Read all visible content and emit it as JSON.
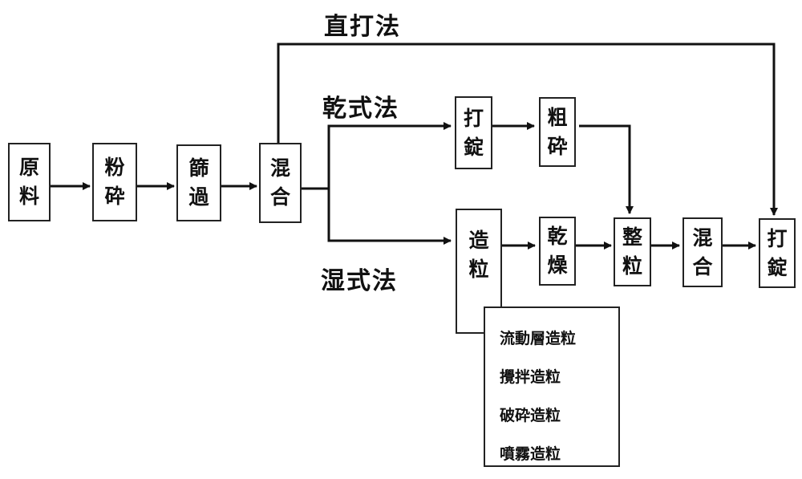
{
  "methods": {
    "direct": "直打法",
    "dry": "乾式法",
    "wet": "湿式法"
  },
  "steps": {
    "raw": [
      "原",
      "料"
    ],
    "crush": [
      "粉",
      "砕"
    ],
    "sieve": [
      "篩",
      "過"
    ],
    "mix1": [
      "混",
      "合"
    ],
    "tablet_dry": [
      "打",
      "錠"
    ],
    "coarse": [
      "粗",
      "砕"
    ],
    "granulate": [
      "造",
      "粒"
    ],
    "dry": [
      "乾",
      "燥"
    ],
    "sizing": [
      "整",
      "粒"
    ],
    "mix2": [
      "混",
      "合"
    ],
    "tablet_final": [
      "打",
      "錠"
    ]
  },
  "granulation_methods": [
    "流動層造粒",
    "攪拌造粒",
    "破砕造粒",
    "噴霧造粒"
  ]
}
